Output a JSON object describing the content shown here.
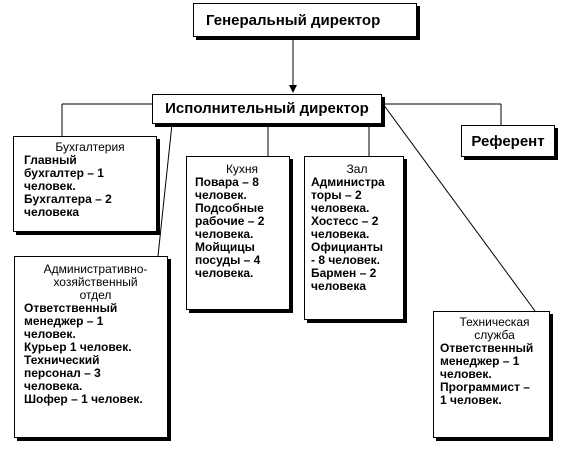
{
  "diagram": {
    "ceo": {
      "title": "Генеральный директор"
    },
    "exec": {
      "title": "Исполнительный директор"
    },
    "referent": {
      "title": "Референт"
    },
    "accounting": {
      "title": "Бухгалтерия",
      "lines": [
        "Главный",
        "бухгалтер – 1",
        "человек.",
        "Бухгалтера – 2",
        "человека"
      ]
    },
    "kitchen": {
      "title": "Кухня",
      "lines": [
        "Повара – 8",
        "человек.",
        "Подсобные",
        "рабочие – 2",
        "человека.",
        "Мойщицы",
        "посуды – 4",
        "человека."
      ]
    },
    "hall": {
      "title": "Зал",
      "lines": [
        "Администра",
        "торы – 2",
        "человека.",
        "Хостесс – 2",
        "человека.",
        "Официанты",
        "- 8 человек.",
        "Бармен – 2",
        "человека"
      ]
    },
    "admin_dept": {
      "title_lines": [
        "Административно-",
        "хозяйственный",
        "отдел"
      ],
      "lines": [
        "Ответственный",
        "менеджер – 1",
        "человек.",
        "Курьер 1 человек.",
        "Технический",
        "персонал – 3",
        "человека.",
        "Шофер – 1 человек."
      ]
    },
    "tech_service": {
      "title_lines": [
        "Техническая",
        "служба"
      ],
      "lines": [
        "Ответственный",
        "менеджер – 1",
        "человек.",
        "Программист –",
        "1 человек."
      ]
    }
  }
}
